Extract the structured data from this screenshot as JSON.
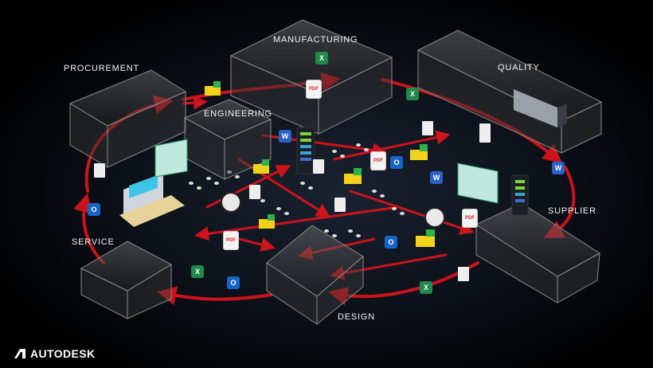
{
  "brand": {
    "name": "AUTODESK",
    "logo_icon": "autodesk-logo-icon"
  },
  "departments": [
    {
      "id": "procurement",
      "label": "PROCUREMENT"
    },
    {
      "id": "manufacturing",
      "label": "MANUFACTURING"
    },
    {
      "id": "engineering",
      "label": "ENGINEERING"
    },
    {
      "id": "quality",
      "label": "QUALITY"
    },
    {
      "id": "supplier",
      "label": "SUPPLIER"
    },
    {
      "id": "service",
      "label": "SERVICE"
    },
    {
      "id": "design",
      "label": "DESIGN"
    }
  ],
  "icons": {
    "word": "W",
    "outlook": "O",
    "excel": "X",
    "pdf": "PDF"
  },
  "colors": {
    "background": "#000000",
    "arrow": "#e0141c",
    "box_edge": "#8a8a8a",
    "label": "#f2f2f2",
    "footprint": "#ffffff",
    "block_yellow": "#f2d21c",
    "block_green": "#2fb24a"
  }
}
